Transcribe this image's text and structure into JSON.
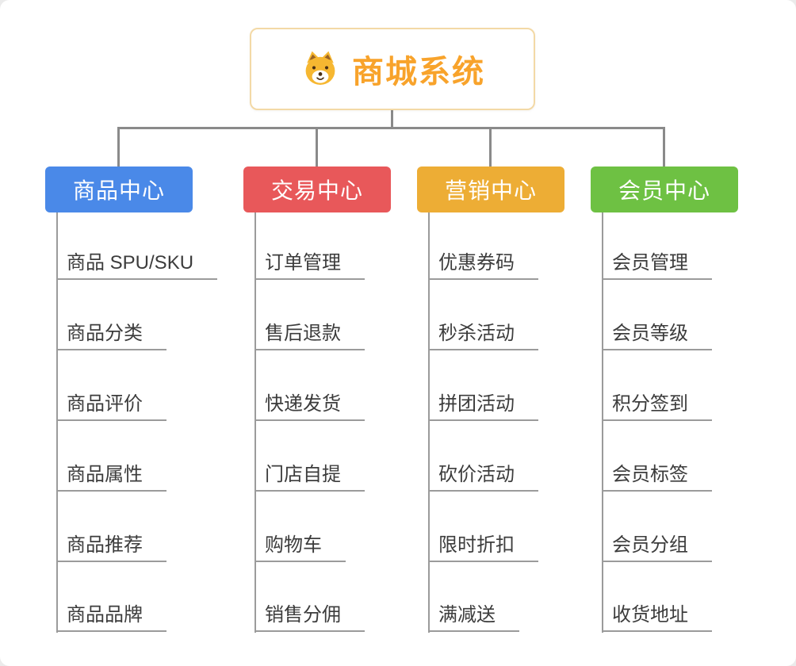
{
  "root": {
    "label": "商城系统",
    "text_color": "#f8a32b",
    "border_color": "#f3d9a6"
  },
  "line_color": "#8a8a8a",
  "branches": [
    {
      "label": "商品中心",
      "color": "#4a89e8",
      "children": [
        "商品 SPU/SKU",
        "商品分类",
        "商品评价",
        "商品属性",
        "商品推荐",
        "商品品牌"
      ]
    },
    {
      "label": "交易中心",
      "color": "#e8585a",
      "children": [
        "订单管理",
        "售后退款",
        "快递发货",
        "门店自提",
        "购物车",
        "销售分佣"
      ]
    },
    {
      "label": "营销中心",
      "color": "#edad35",
      "children": [
        "优惠券码",
        "秒杀活动",
        "拼团活动",
        "砍价活动",
        "限时折扣",
        "满减送"
      ]
    },
    {
      "label": "会员中心",
      "color": "#6ec143",
      "children": [
        "会员管理",
        "会员等级",
        "积分签到",
        "会员标签",
        "会员分组",
        "收货地址"
      ]
    }
  ]
}
